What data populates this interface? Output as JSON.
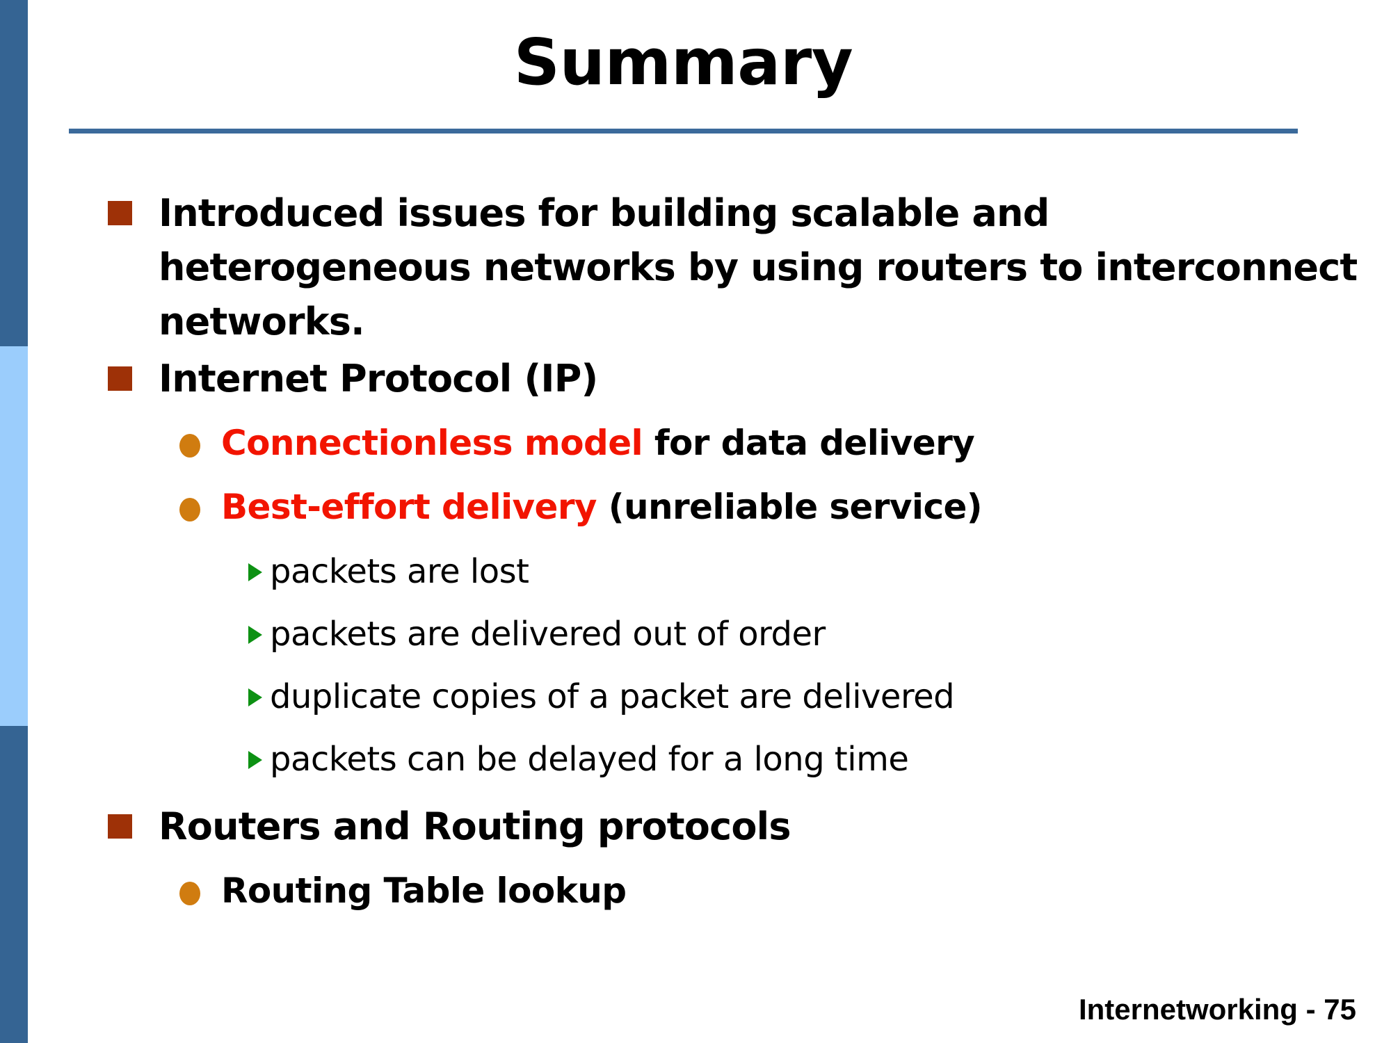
{
  "slide": {
    "title": "Summary",
    "footer": "Internetworking - 75"
  },
  "theme": {
    "rail_dark_blue": "#356493",
    "rail_light_blue": "#9BCDFC",
    "rule_blue": "#3B6A9B",
    "square_bullet": "#9E3107",
    "circle_bullet": "#D07C10",
    "triangle_bullet": "#0D9113",
    "highlight_red": "#F21400",
    "text_black": "#000000",
    "background": "#FFFFFF"
  },
  "content": {
    "items": [
      {
        "level": 1,
        "marker": "square-bullet",
        "text": "Introduced issues for building scalable and heterogeneous networks by using routers to interconnect networks."
      },
      {
        "level": 1,
        "marker": "square-bullet",
        "text": "Internet Protocol (IP)"
      },
      {
        "level": 2,
        "marker": "circle-bullet",
        "red": "Connectionless model",
        "rest": " for data delivery",
        "text": "Connectionless model for data delivery"
      },
      {
        "level": 2,
        "marker": "circle-bullet",
        "red": "Best-effort delivery",
        "rest": " (unreliable service)",
        "text": "Best-effort delivery (unreliable service)"
      },
      {
        "level": 3,
        "marker": "triangle-bullet",
        "text": "packets are lost"
      },
      {
        "level": 3,
        "marker": "triangle-bullet",
        "text": "packets are delivered out of order"
      },
      {
        "level": 3,
        "marker": "triangle-bullet",
        "text": "duplicate copies of a packet are delivered"
      },
      {
        "level": 3,
        "marker": "triangle-bullet",
        "text": "packets can be delayed for a long time"
      },
      {
        "level": 1,
        "marker": "square-bullet",
        "text": "Routers and Routing protocols"
      },
      {
        "level": 2,
        "marker": "circle-bullet",
        "text": "Routing Table lookup"
      }
    ]
  }
}
